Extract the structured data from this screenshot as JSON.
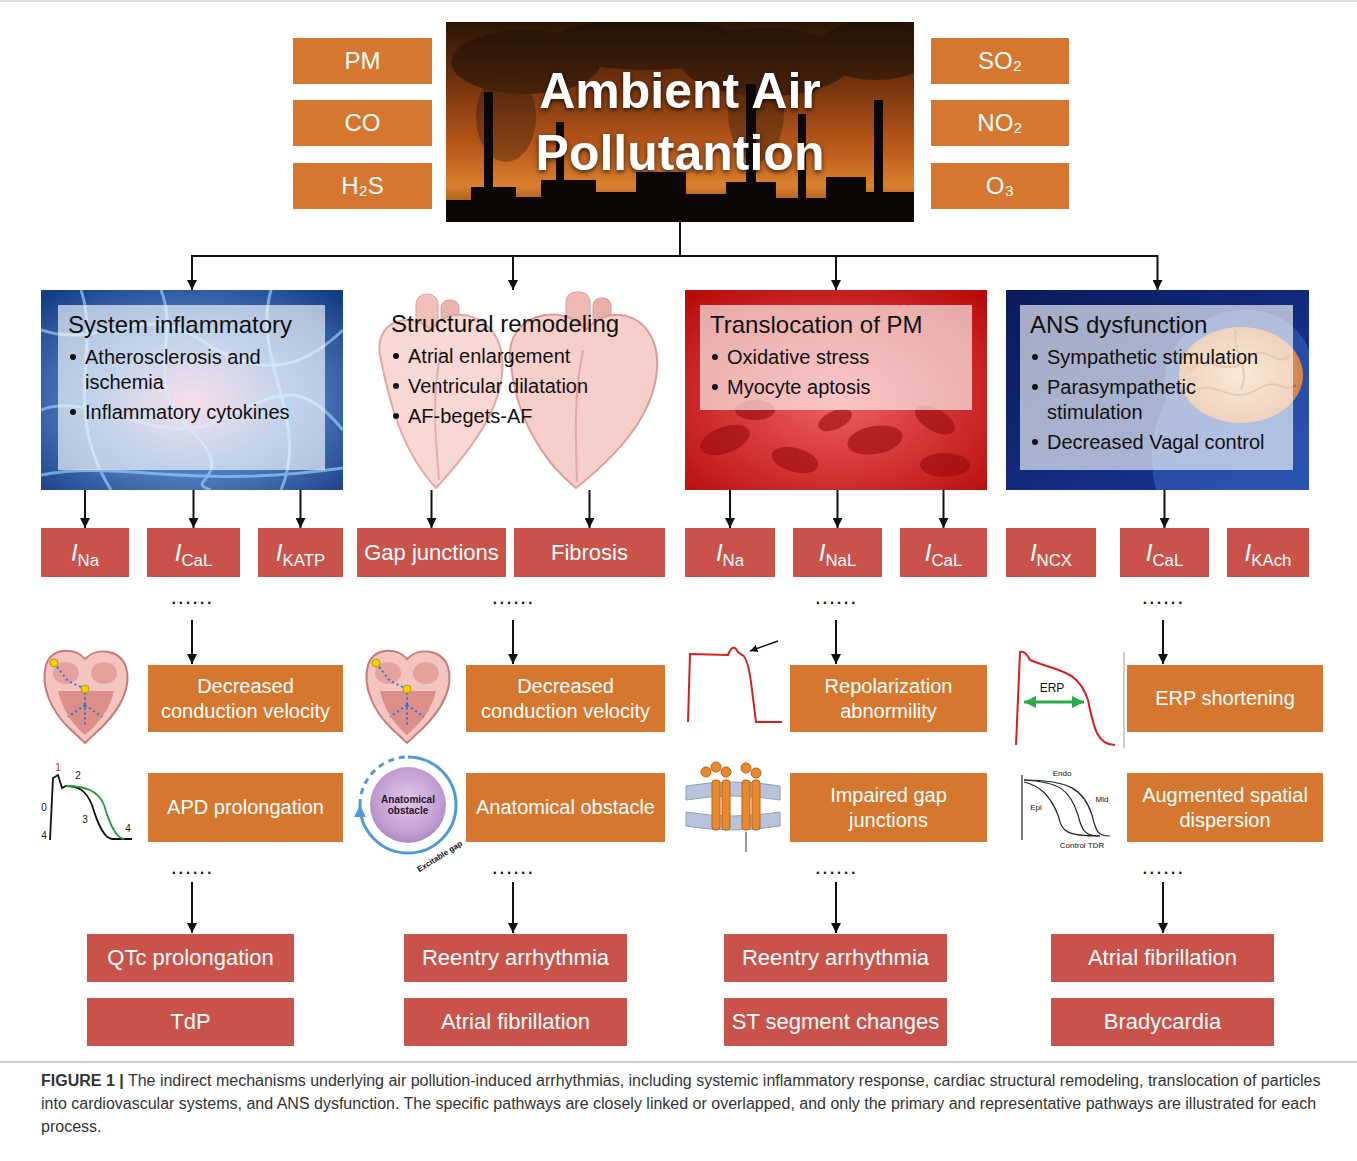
{
  "diagram": {
    "caption": "FIGURE 1 | The indirect mechanisms underlying air pollution-induced arrhythmias, including systemic inflammatory response, cardiac structural remodeling, translocation of particles into cardiovascular systems, and ANS dysfunction. The specific pathways are closely linked or overlapped, and only the primary and representative pathways are illustrated for each process.",
    "nodes": [
      {
        "text": [
          "PM"
        ]
      },
      {
        "text": [
          "CO"
        ]
      },
      {
        "text": [
          "H₂S"
        ]
      },
      {
        "text": [
          "Ambient Air Pollutantion"
        ]
      },
      {
        "text": [
          "SO₂"
        ]
      },
      {
        "text": [
          "NO₂"
        ]
      },
      {
        "text": [
          "O₃"
        ]
      },
      {
        "text": [
          "System inflammatory",
          "Atherosclerosis and ischemia",
          "Inflammatory cytokines"
        ]
      },
      {
        "text": [
          "Structural remodeling",
          "Atrial enlargement",
          "Ventricular dilatation",
          "AF-begets-AF"
        ]
      },
      {
        "text": [
          "Translocation of PM",
          "Oxidative stress",
          "Myocyte aptosis"
        ]
      },
      {
        "text": [
          "ANS dysfunction",
          "Sympathetic stimulation",
          "Parasympathetic stimulation",
          "Decreased Vagal control"
        ]
      },
      {
        "text": [
          "INa"
        ]
      },
      {
        "text": [
          "ICaL"
        ]
      },
      {
        "text": [
          "IKATP"
        ]
      },
      {
        "text": [
          "Gap junctions"
        ]
      },
      {
        "text": [
          "Fibrosis"
        ]
      },
      {
        "text": [
          "INa"
        ]
      },
      {
        "text": [
          "INaL"
        ]
      },
      {
        "text": [
          "ICaL"
        ]
      },
      {
        "text": [
          "INCX"
        ]
      },
      {
        "text": [
          "ICaL"
        ]
      },
      {
        "text": [
          "IKAch"
        ]
      },
      {
        "text": [
          "Decreased conduction velocity"
        ]
      },
      {
        "text": [
          "Decreased conduction velocity"
        ]
      },
      {
        "text": [
          "Repolarization abnormility"
        ]
      },
      {
        "text": [
          "ERP shortening"
        ]
      },
      {
        "text": [
          "APD prolongation"
        ]
      },
      {
        "text": [
          "Anatomical obstacle"
        ]
      },
      {
        "text": [
          "Anatomical obstacle"
        ]
      },
      {
        "text": [
          "Impaired gap junctions"
        ]
      },
      {
        "text": [
          "Augmented spatial dispersion"
        ]
      },
      {
        "text": [
          "QTc prolongation"
        ]
      },
      {
        "text": [
          "Reentry arrhythmia"
        ]
      },
      {
        "text": [
          "Reentry arrhythmia"
        ]
      },
      {
        "text": [
          "Atrial fibrillation"
        ]
      },
      {
        "text": [
          "TdP"
        ]
      },
      {
        "text": [
          "Atrial fibrillation"
        ]
      },
      {
        "text": [
          "ST segment changes"
        ]
      },
      {
        "text": [
          "Bradycardia"
        ]
      }
    ],
    "edges": [
      {
        "from": 3,
        "to": 7,
        "arrow": "to"
      },
      {
        "from": 3,
        "to": 8,
        "arrow": "to"
      },
      {
        "from": 3,
        "to": 9,
        "arrow": "to"
      },
      {
        "from": 3,
        "to": 10,
        "arrow": "to"
      },
      {
        "from": 7,
        "to": 11,
        "arrow": "to"
      },
      {
        "from": 7,
        "to": 12,
        "arrow": "to"
      },
      {
        "from": 7,
        "to": 13,
        "arrow": "to"
      },
      {
        "from": 8,
        "to": 14,
        "arrow": "to"
      },
      {
        "from": 8,
        "to": 15,
        "arrow": "to"
      },
      {
        "from": 9,
        "to": 16,
        "arrow": "to"
      },
      {
        "from": 9,
        "to": 17,
        "arrow": "to"
      },
      {
        "from": 9,
        "to": 18,
        "arrow": "to"
      },
      {
        "from": 10,
        "to": 20,
        "arrow": "to"
      }
    ],
    "labels": [
      "......",
      "......",
      "......",
      "......",
      "ERP",
      "1",
      "2",
      "3",
      "0",
      "4",
      "4",
      "Excitable gap",
      "Endo",
      "Epi",
      "Mid",
      "Control TDR",
      "......",
      "......",
      "......",
      "......"
    ]
  }
}
